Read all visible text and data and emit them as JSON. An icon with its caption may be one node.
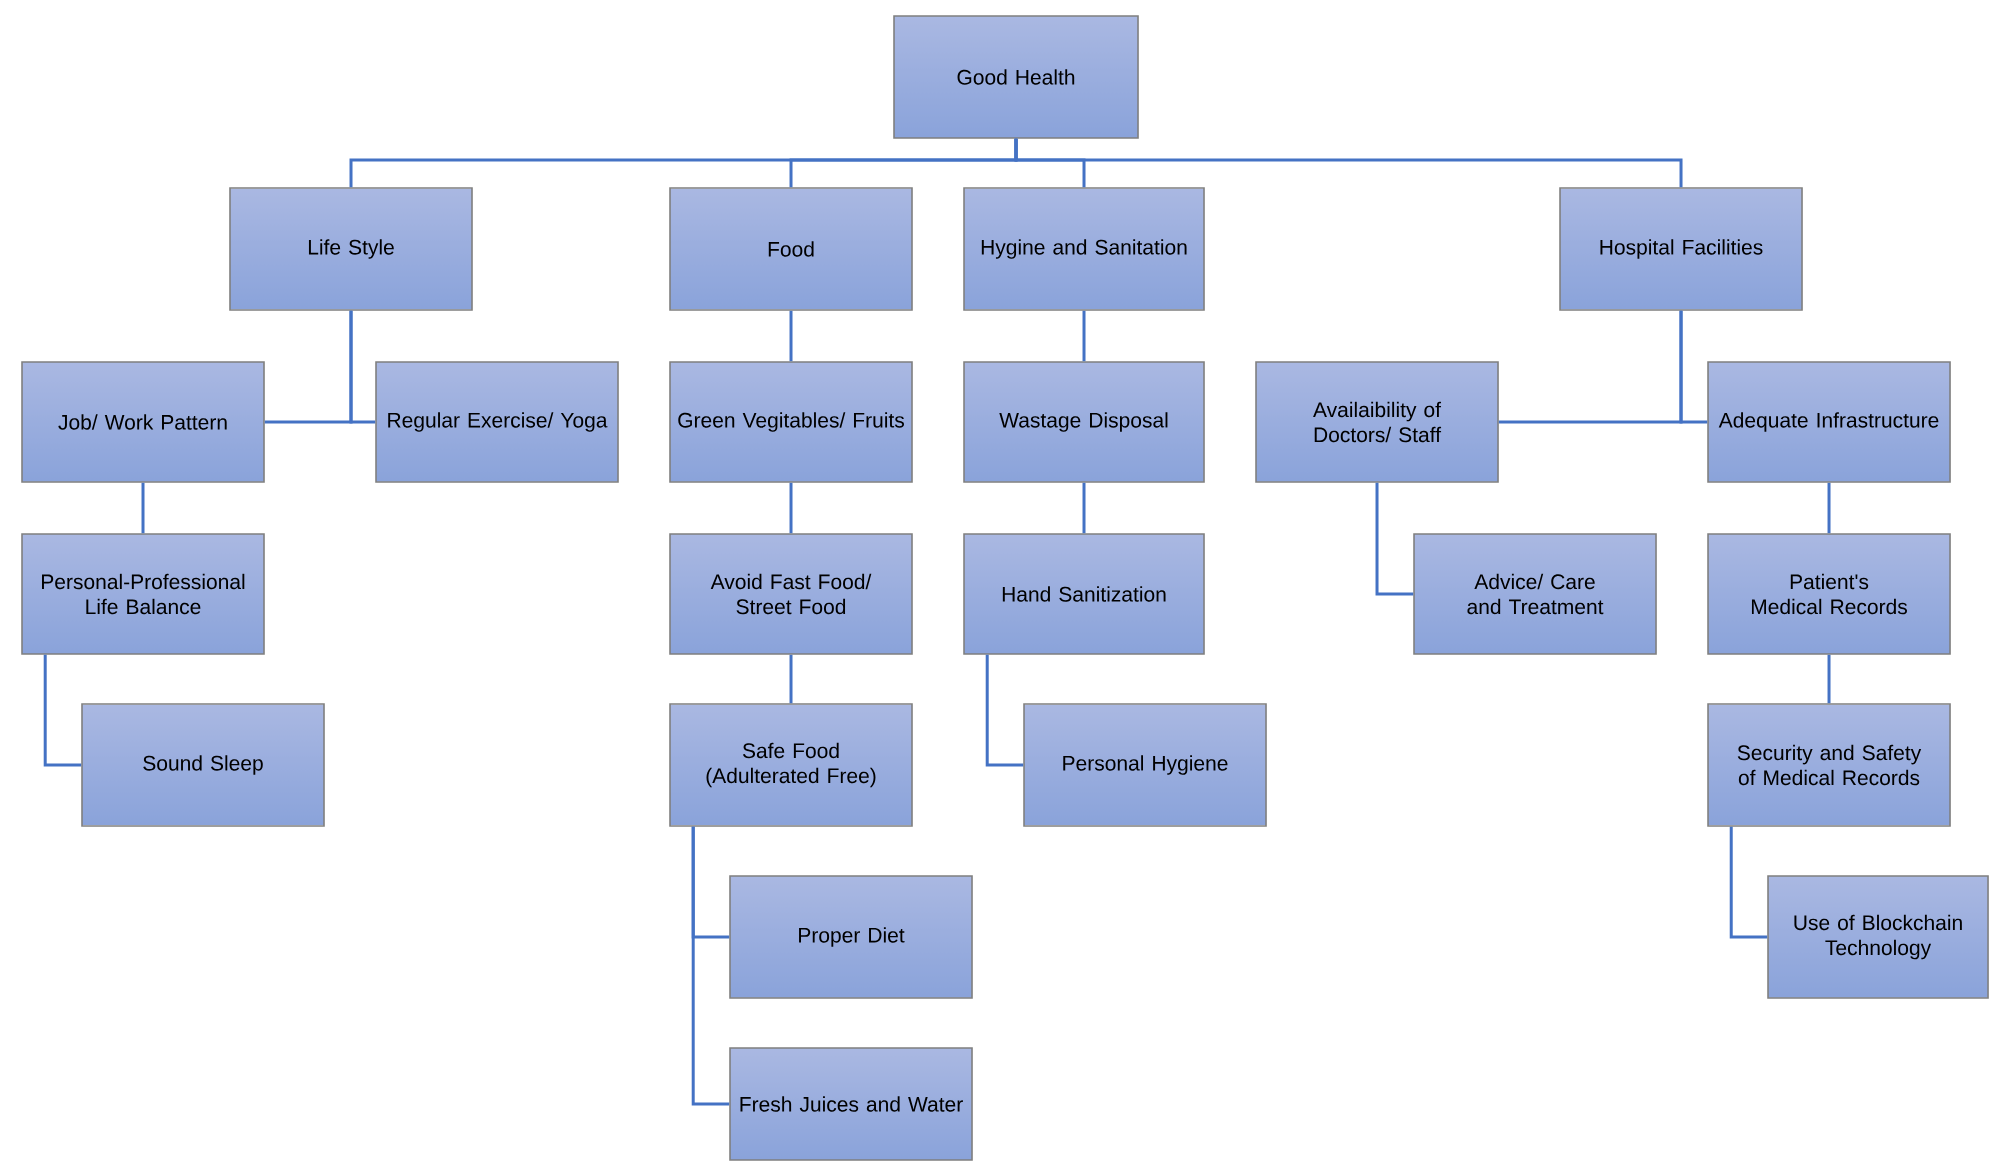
{
  "diagram": {
    "nodes": [
      {
        "text": [
          "Good Health"
        ]
      },
      {
        "text": [
          "Life Style"
        ]
      },
      {
        "text": [
          "Food"
        ]
      },
      {
        "text": [
          "Hygine and Sanitation"
        ]
      },
      {
        "text": [
          "Hospital Facilities"
        ]
      },
      {
        "text": [
          "Job/ Work Pattern"
        ]
      },
      {
        "text": [
          "Regular Exercise/ Yoga"
        ]
      },
      {
        "text": [
          "Green Vegitables/ Fruits"
        ]
      },
      {
        "text": [
          "Wastage Disposal"
        ]
      },
      {
        "text": [
          "Availaibility of Doctors/ Staff"
        ]
      },
      {
        "text": [
          "Adequate Infrastructure"
        ]
      },
      {
        "text": [
          "Personal-Professional Life Balance"
        ]
      },
      {
        "text": [
          "Avoid Fast Food/ Street Food"
        ]
      },
      {
        "text": [
          "Hand Sanitization"
        ]
      },
      {
        "text": [
          "Advice/ Care and Treatment"
        ]
      },
      {
        "text": [
          "Patient's Medical Records"
        ]
      },
      {
        "text": [
          "Sound Sleep"
        ]
      },
      {
        "text": [
          "Safe Food (Adulterated Free)"
        ]
      },
      {
        "text": [
          "Personal Hygiene"
        ]
      },
      {
        "text": [
          "Security and Safety of Medical Records"
        ]
      },
      {
        "text": [
          "Proper Diet"
        ]
      },
      {
        "text": [
          "Fresh Juices and Water"
        ]
      },
      {
        "text": [
          "Use of Blockchain Technology"
        ]
      }
    ],
    "edges": [
      {
        "from": 0,
        "to": 1,
        "arrow": "none"
      },
      {
        "from": 0,
        "to": 2,
        "arrow": "none"
      },
      {
        "from": 0,
        "to": 3,
        "arrow": "none"
      },
      {
        "from": 0,
        "to": 4,
        "arrow": "none"
      },
      {
        "from": 1,
        "to": 5,
        "arrow": "none"
      },
      {
        "from": 1,
        "to": 6,
        "arrow": "none"
      },
      {
        "from": 2,
        "to": 7,
        "arrow": "none"
      },
      {
        "from": 3,
        "to": 8,
        "arrow": "none"
      },
      {
        "from": 4,
        "to": 9,
        "arrow": "none"
      },
      {
        "from": 4,
        "to": 10,
        "arrow": "none"
      },
      {
        "from": 5,
        "to": 11,
        "arrow": "none"
      },
      {
        "from": 7,
        "to": 12,
        "arrow": "none"
      },
      {
        "from": 8,
        "to": 13,
        "arrow": "none"
      },
      {
        "from": 9,
        "to": 14,
        "arrow": "none"
      },
      {
        "from": 10,
        "to": 15,
        "arrow": "none"
      },
      {
        "from": 11,
        "to": 16,
        "arrow": "none"
      },
      {
        "from": 12,
        "to": 17,
        "arrow": "none"
      },
      {
        "from": 13,
        "to": 18,
        "arrow": "none"
      },
      {
        "from": 15,
        "to": 19,
        "arrow": "none"
      },
      {
        "from": 17,
        "to": 20,
        "arrow": "none"
      },
      {
        "from": 17,
        "to": 21,
        "arrow": "none"
      },
      {
        "from": 19,
        "to": 22,
        "arrow": "none"
      }
    ]
  }
}
